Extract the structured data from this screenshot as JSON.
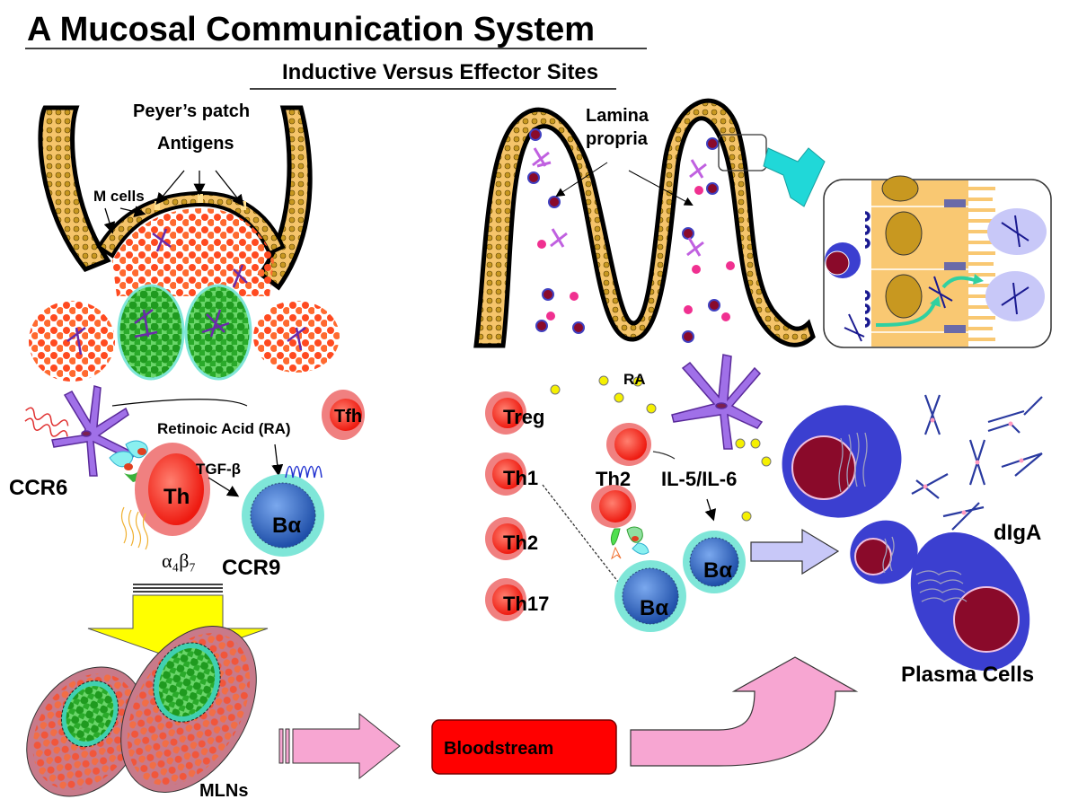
{
  "title": "A Mucosal Communication System",
  "subtitle": "Inductive Versus Effector Sites",
  "inductive_site": {
    "peyers_patch_label": "Peyer’s patch",
    "antigens_label": "Antigens",
    "m_cells_label": "M cells",
    "retinoic_acid_label": "Retinoic Acid (RA)",
    "tgf_label": "TGF-β",
    "ccr6_label": "CCR6",
    "ccr9_label": "CCR9",
    "alpha4beta7_label": "α₄β₇",
    "cells": {
      "tfh": "Tfh",
      "th": "Th",
      "b_alpha": "Bα"
    },
    "mlns_label": "MLNs"
  },
  "transport": {
    "bloodstream_label": "Bloodstream"
  },
  "effector_site": {
    "lamina_propria_label": "Lamina\npropria",
    "lamina_line1": "Lamina",
    "lamina_line2": "propria",
    "ra_label": "RA",
    "il_label": "IL-5/IL-6",
    "th2_label": "Th2",
    "t_cell_subsets": [
      "Treg",
      "Th1",
      "Th2",
      "Th17"
    ],
    "b_alpha_label": "Bα",
    "digA_label": "dIgA",
    "plasma_cells_label": "Plasma Cells"
  },
  "colors": {
    "epithelium": "#f5c46a",
    "nucleus": "#c89820",
    "t_cell": "#ff3a2a",
    "t_cell_rim": "#f08080",
    "b_cell": "#3a6fc8",
    "b_cell_rim": "#7fe6d8",
    "dendritic_cell": "#9a5de0",
    "plasma_cell": "#3b3fd0",
    "plasma_nucleus": "#8a0a2a",
    "yellow_arrow": "#ffff00",
    "pink_arrow": "#f7a6d2",
    "lavender_arrow": "#c8c8f8",
    "cyan_arrow": "#20d8d8",
    "bloodstream_box": "#ff0000",
    "ra_dots": "#f5f000"
  }
}
